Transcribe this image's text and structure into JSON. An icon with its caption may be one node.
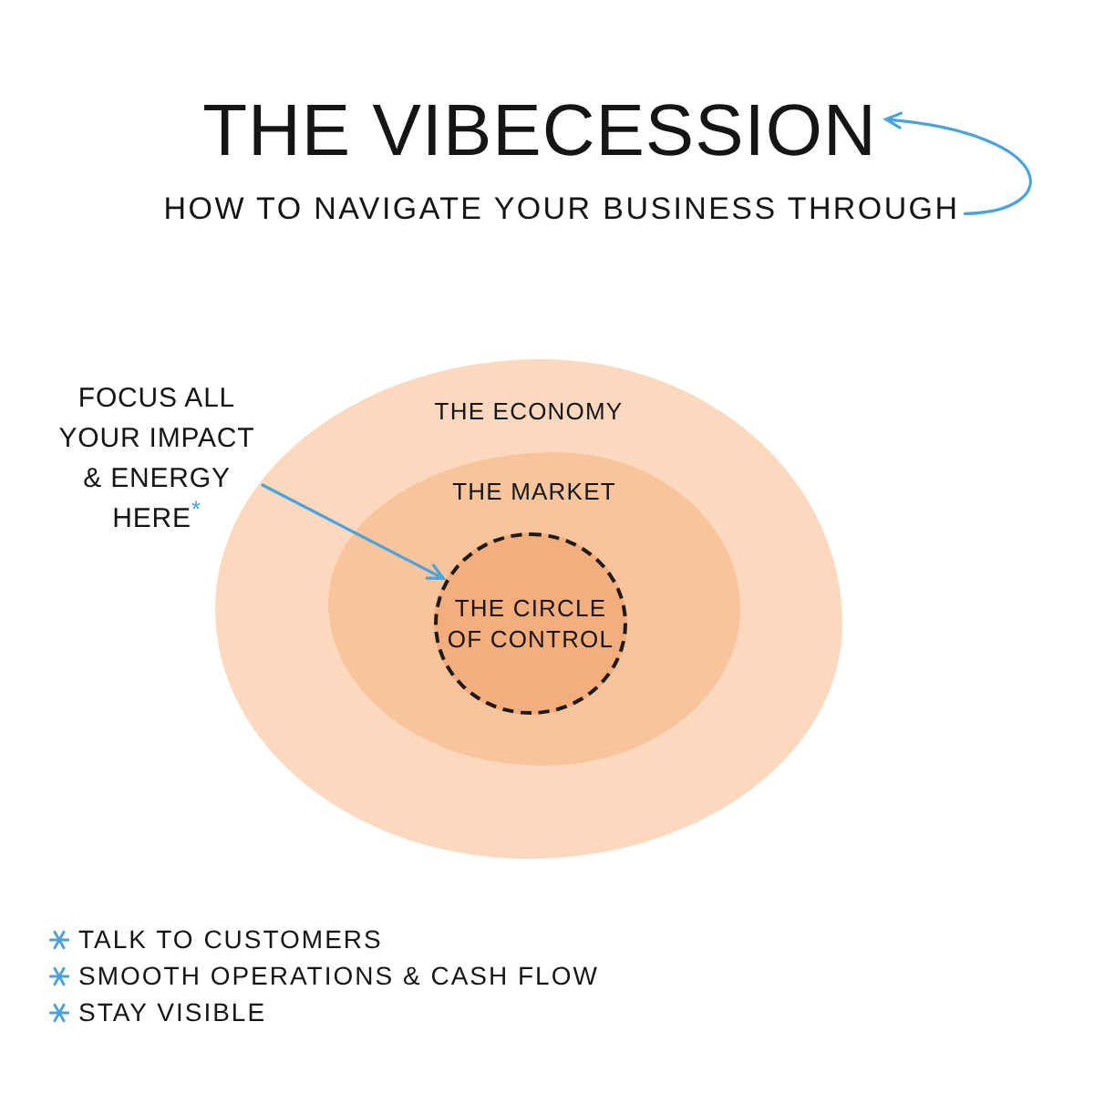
{
  "diagram": {
    "nodes": [
      {
        "text": [
          "THE VIBECESSION"
        ]
      },
      {
        "text": [
          "HOW TO NAVIGATE YOUR BUSINESS THROUGH"
        ]
      },
      {
        "text": [
          "THE ECONOMY"
        ]
      },
      {
        "text": [
          "THE MARKET"
        ],
        "in": 2
      },
      {
        "text": [
          "THE CIRCLE OF CONTROL"
        ],
        "in": 3
      },
      {
        "text": [
          "FOCUS ALL YOUR IMPACT & ENERGY HERE$^{*}$"
        ]
      }
    ],
    "edges": [
      {
        "from": 1,
        "to": 0,
        "arrow": "to"
      },
      {
        "from": 5,
        "to": 4,
        "arrow": "to"
      }
    ],
    "labels": [
      "TALK TO CUSTOMERS",
      "SMOOTH OPERATIONS & CASH FLOW",
      "STAY VISIBLE"
    ]
  }
}
